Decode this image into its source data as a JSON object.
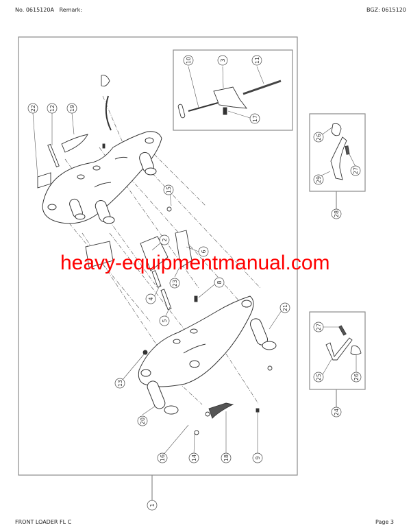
{
  "header": {
    "doc_number": "No. 0615120A",
    "remark_label": "Remark:",
    "bgz": "BGZ: 0615120"
  },
  "footer": {
    "title": "FRONT LOADER FL C",
    "page": "Page 3"
  },
  "watermark": "heavy-equipmentmanual.com",
  "diagram": {
    "main_assembly_callout": "1",
    "callouts_main": [
      "22",
      "12",
      "19",
      "15",
      "2",
      "6",
      "4",
      "23",
      "8",
      "5",
      "21",
      "13",
      "20",
      "16",
      "14",
      "18",
      "9"
    ],
    "inset_detail": {
      "callouts": [
        "10",
        "3",
        "11",
        "17"
      ]
    },
    "kit_upper": {
      "assembly": "28",
      "callouts": [
        "26",
        "27",
        "29"
      ]
    },
    "kit_lower": {
      "assembly": "24",
      "callouts": [
        "27",
        "25",
        "26"
      ]
    }
  },
  "labels": {
    "c1": "1",
    "c2": "2",
    "c3": "3",
    "c4": "4",
    "c5": "5",
    "c6": "6",
    "c8": "8",
    "c9": "9",
    "c10": "10",
    "c11": "11",
    "c12": "12",
    "c13": "13",
    "c14": "14",
    "c15": "15",
    "c16": "16",
    "c17": "17",
    "c18": "18",
    "c19": "19",
    "c20": "20",
    "c21": "21",
    "c22": "22",
    "c23": "23",
    "c24": "24",
    "c25": "25",
    "c26": "26",
    "c27": "27",
    "c28": "28",
    "c29": "29"
  },
  "colors": {
    "watermark": "#ff0000",
    "frame": "#8a8a8a",
    "line": "#444444"
  }
}
